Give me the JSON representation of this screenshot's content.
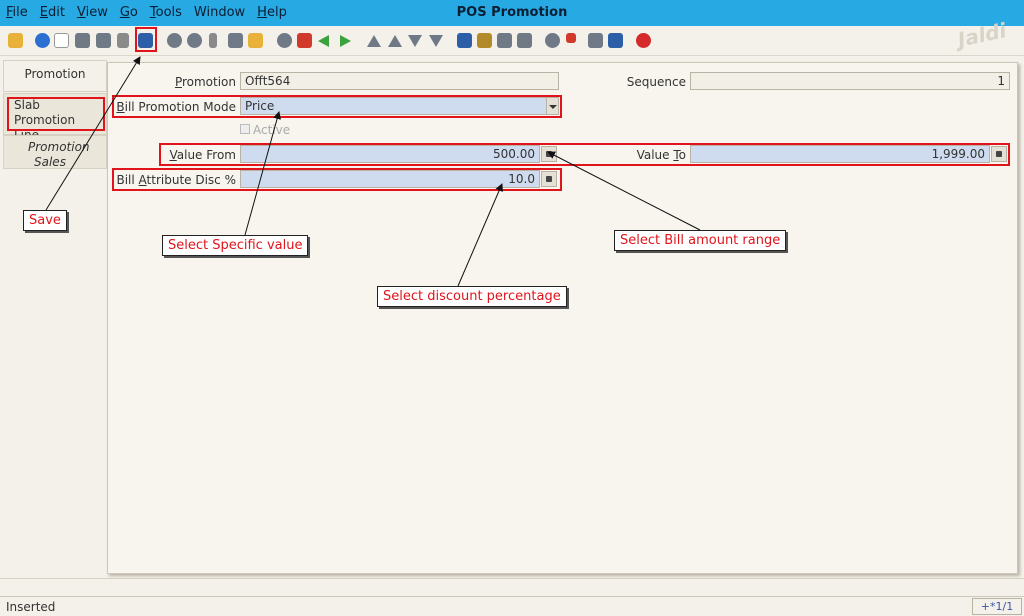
{
  "window": {
    "title": "POS Promotion"
  },
  "menu": [
    {
      "first": "F",
      "rest": "ile"
    },
    {
      "first": "E",
      "rest": "dit"
    },
    {
      "first": "V",
      "rest": "iew"
    },
    {
      "first": "G",
      "rest": "o"
    },
    {
      "first": "T",
      "rest": "ools"
    },
    {
      "first": "",
      "rest": "Window"
    },
    {
      "first": "H",
      "rest": "elp"
    }
  ],
  "toolbar": {
    "icons": [
      "undo-icon",
      "help-icon",
      "new-record-icon",
      "copy-record-icon",
      "delete-icon",
      "delete-selection-icon",
      "save-icon",
      "refresh-icon",
      "find-icon",
      "attachment-icon",
      "chat-icon",
      "multi-view-icon",
      "history-icon",
      "home-icon",
      "back-icon",
      "forward-icon",
      "first-record-icon",
      "previous-record-icon",
      "next-record-icon",
      "last-record-icon",
      "report-icon",
      "archive-icon",
      "print-preview-icon",
      "print-icon",
      "zoom-across-icon",
      "workflow-icon",
      "requests-icon",
      "product-info-icon",
      "close-window-icon"
    ],
    "logo_text": "Jaldi"
  },
  "tabs": {
    "promotion": "Promotion",
    "slab_line1": "Slab",
    "slab_line2": "Promotion Line",
    "sales_line1": "Promotion",
    "sales_line2": "Sales"
  },
  "form": {
    "promotion_label_first": "P",
    "promotion_label_rest": "romotion",
    "promotion_value": "Offt564",
    "sequence_label": "Sequence",
    "sequence_value": "1",
    "mode_label_first": "B",
    "mode_label_rest": "ill Promotion Mode",
    "mode_value": "Price",
    "active_label": "Active",
    "value_from_label_first": "V",
    "value_from_label_rest": "alue From",
    "value_from": "500.00",
    "value_to_label_prefix": "Value ",
    "value_to_label_first": "T",
    "value_to_label_rest": "o",
    "value_to": "1,999.00",
    "disc_label_prefix": "Bill ",
    "disc_label_first": "A",
    "disc_label_rest": "ttribute Disc %",
    "disc_value": "10.0"
  },
  "annotations": {
    "save": "Save",
    "specific_value": "Select Specific value",
    "bill_range": "Select Bill amount range",
    "discount": "Select discount percentage"
  },
  "status": {
    "text": "Inserted",
    "record": "+*1/1"
  },
  "colors": {
    "title_bar": "#27a9e3",
    "annotation_red": "#e0141a",
    "editable_field": "#cfdcef"
  }
}
